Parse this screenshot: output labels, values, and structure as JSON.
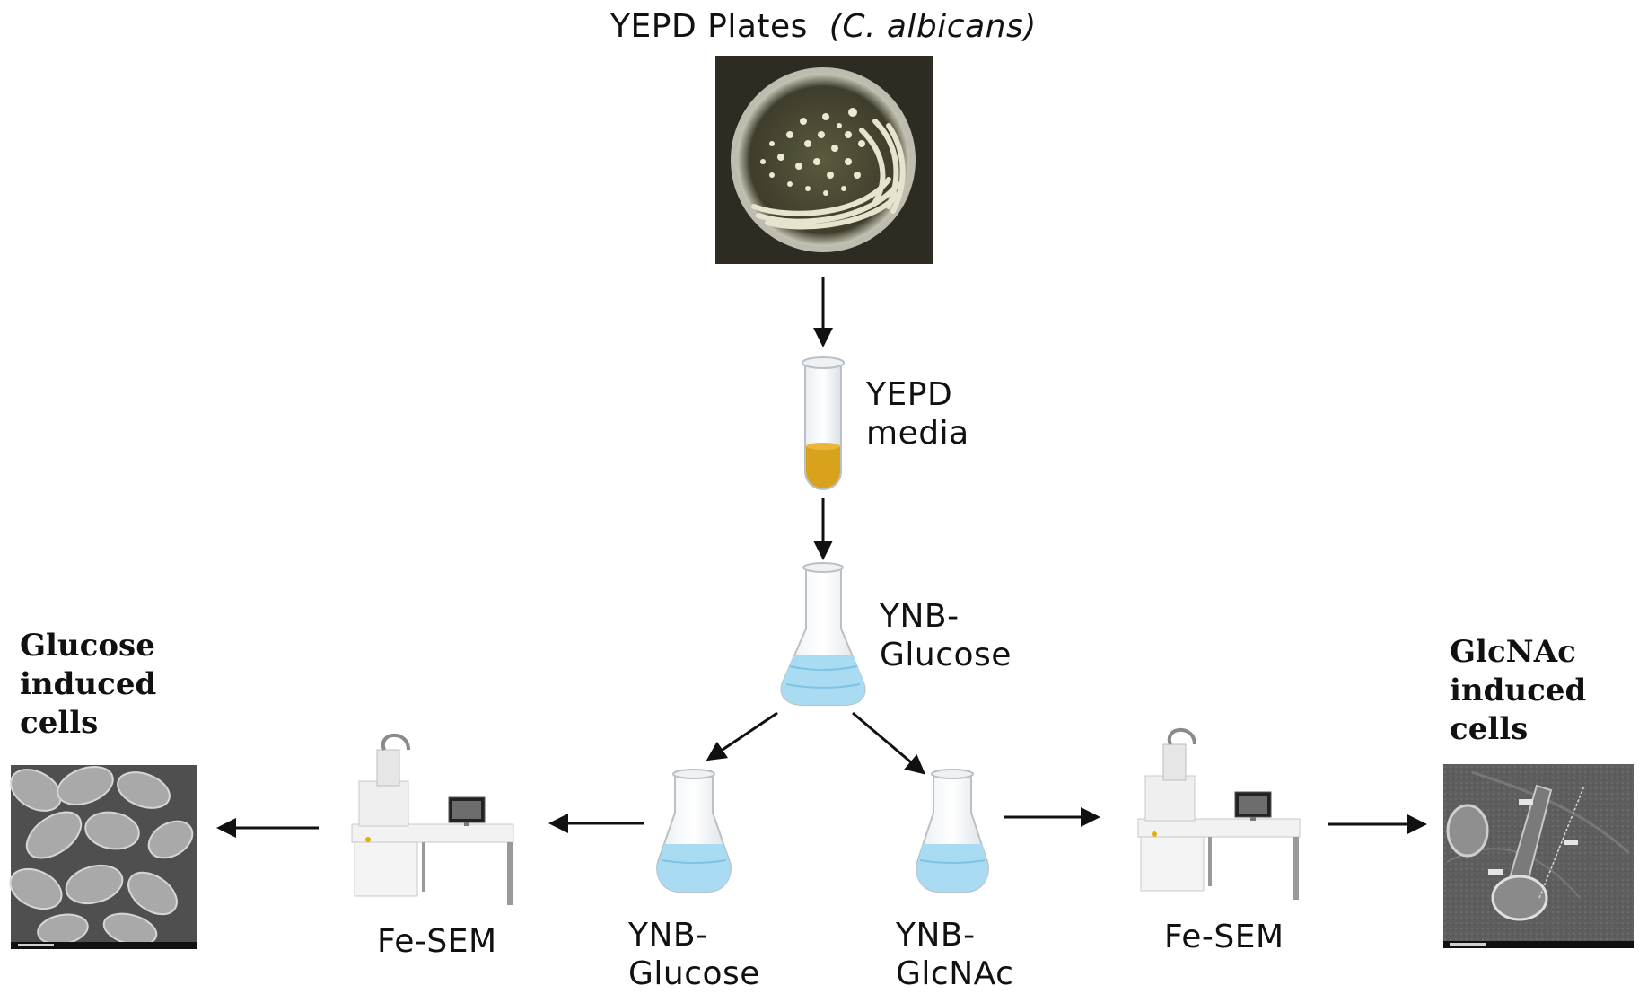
{
  "title": {
    "main": "YEPD Plates",
    "species": "(C. albicans)"
  },
  "tube": {
    "line1": "YEPD",
    "line2": "media"
  },
  "center_flask": {
    "line1": "YNB-",
    "line2": "Glucose"
  },
  "left_flask": {
    "line1": "YNB-",
    "line2": "Glucose"
  },
  "right_flask": {
    "line1": "YNB-",
    "line2": "GlcNAc"
  },
  "left_sem": {
    "label": "Fe-SEM"
  },
  "right_sem": {
    "label": "Fe-SEM"
  },
  "left_result": {
    "line1": "Glucose",
    "line2": "induced",
    "line3": "cells"
  },
  "right_result": {
    "line1": "GlcNAc",
    "line2": "induced",
    "line3": "cells"
  },
  "colors": {
    "medium_yellow": "#d9a21c",
    "flask_liquid": "#a9dcf2",
    "plate_dark": "#2e2b22",
    "sem_gray": "#6b6b6b"
  }
}
